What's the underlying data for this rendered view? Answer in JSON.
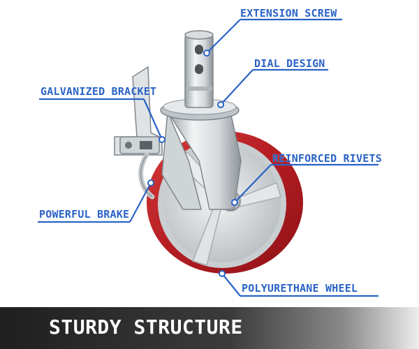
{
  "labels": {
    "extension_screw": "EXTENSION SCREW",
    "dial_design": "DIAL DESIGN",
    "galvanized_bracket": "GALVANIZED BRACKET",
    "reinforced_rivets": "REINFORCED RIVETS",
    "powerful_brake": "POWERFUL BRAKE",
    "polyurethane_wheel": "POLYURETHANE WHEEL"
  },
  "footer": {
    "title": "STURDY STRUCTURE"
  },
  "colors": {
    "callout": "#2a63c7",
    "wheel_red": "#c7262a",
    "footer_dark": "#1f1f1f"
  }
}
